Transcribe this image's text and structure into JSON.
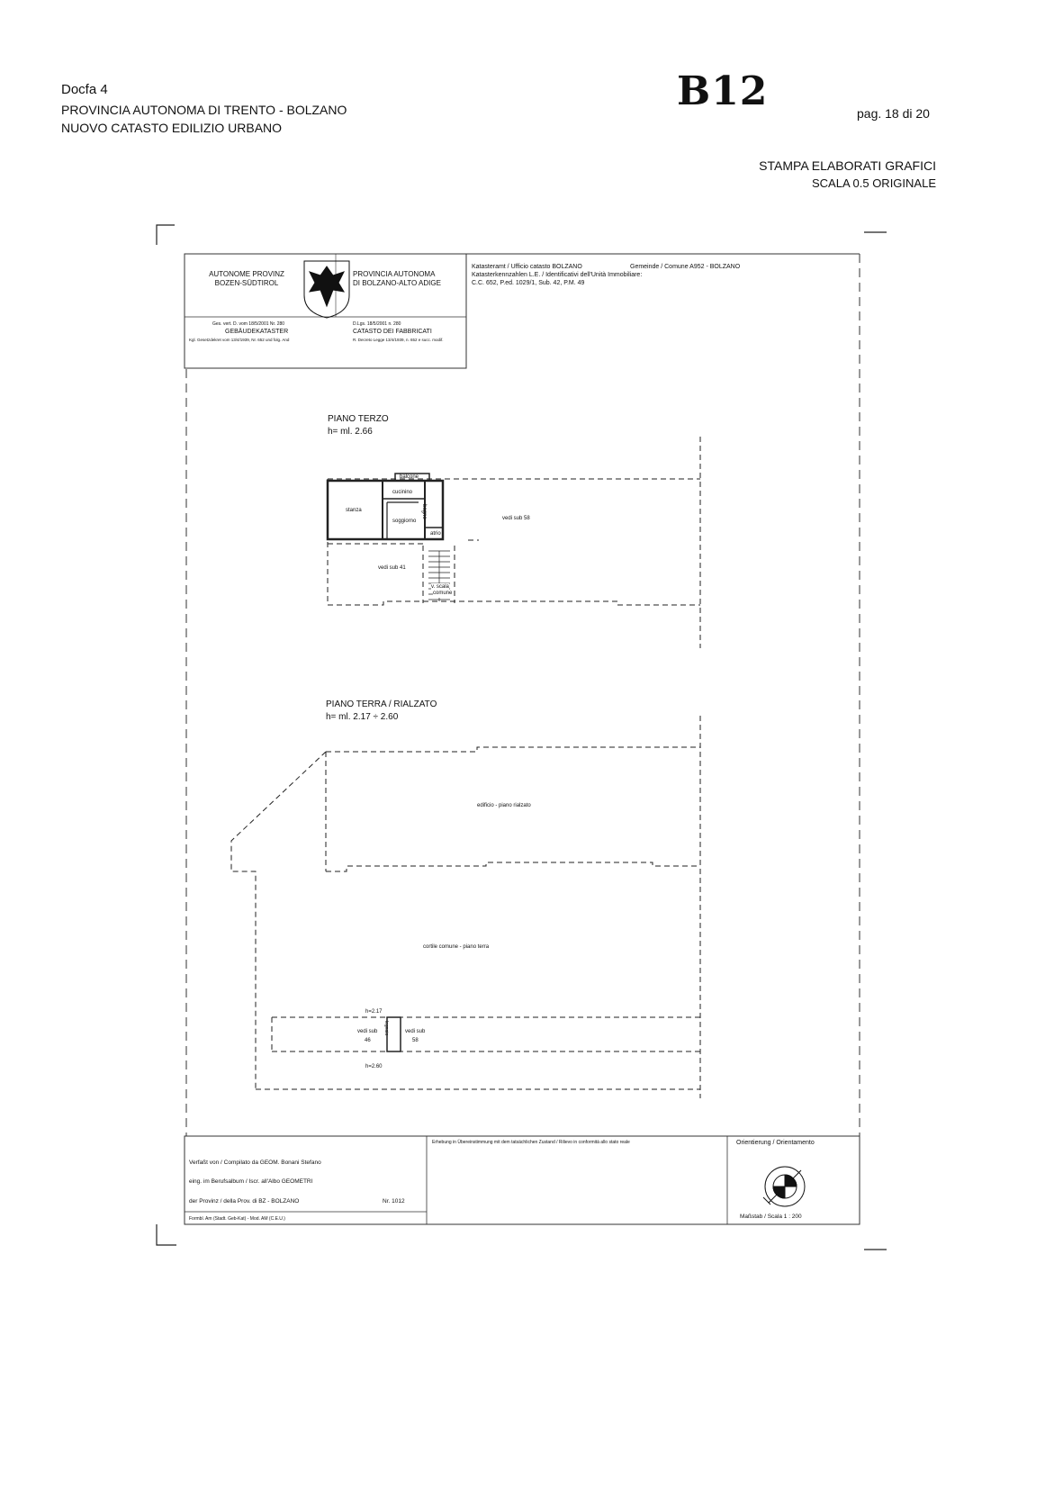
{
  "header": {
    "software": "Docfa 4",
    "province": "PROVINCIA AUTONOMA DI TRENTO - BOLZANO",
    "catasto": "NUOVO CATASTO EDILIZIO URBANO",
    "handwritten_code": "B12",
    "page": "pag. 18 di 20",
    "print_title": "STAMPA ELABORATI GRAFICI",
    "scale_note": "SCALA 0.5 ORIGINALE"
  },
  "titleblock": {
    "left_de": [
      "AUTONOME PROVINZ",
      "BOZEN-SÜDTIROL"
    ],
    "left_it": [
      "PROVINCIA AUTONOMA",
      "DI BOLZANO-ALTO ADIGE"
    ],
    "law_de": "Ges. vert. D. vom 18/5/2001 Nr. 280",
    "dept_de": "GEBÄUDEKATASTER",
    "law_de2": "Kgl. Gesetzdekret vom 13/4/1939, Nr. 652 und folg. And",
    "law_it": "D.Lgs. 18/5/2001 n. 280",
    "dept_it": "CATASTO DEI FABBRICATI",
    "law_it2": "R. Decreto Legge 13/4/1939, n. 652 e succ. modif.",
    "office_line": "Katasteramt / Ufficio catasto  BOLZANO",
    "comune_line": "Gemeinde / Comune  A952 - BOLZANO",
    "ident_line": "Katasterkennzahlen L.E. / Identificativi dell'Unità Immobiliare:",
    "ident_values": "C.C. 652, P.ed. 1029/1, Sub. 42, P.M. 49"
  },
  "plan_upper": {
    "title": "PIANO TERZO",
    "height": "h= ml. 2.66",
    "rooms": {
      "balcone": "balcone",
      "cucinino": "cucinino",
      "stanza": "stanza",
      "soggiorno": "soggiorno",
      "bagno": "bagno",
      "atrio": "atrio",
      "vedi_sub_58": "vedi sub 58",
      "vedi_sub_41": "vedi sub 41",
      "scala_line1": "v. scala",
      "scala_line2": "comune"
    }
  },
  "plan_lower": {
    "title": "PIANO TERRA / RIALZATO",
    "height": "h= ml. 2.17 ÷ 2.60",
    "labels": {
      "edificio": "edificio - piano rialzato",
      "cortile": "cortile comune - piano terra",
      "h_top": "h=2.17",
      "h_bottom": "h=2.60",
      "vedi_sub_left": "vedi sub",
      "sub_46": "46",
      "legnaia": "legnaia",
      "vedi_sub_right": "vedi sub",
      "sub_58": "58"
    }
  },
  "footer": {
    "compiled": "Verfaßt von / Compilato da    GEOM. Bonani Stefano",
    "albo": "eing. im Berufsalbum / Iscr. all'Albo    GEOMETRI",
    "prov": "der Provinz / della Prov. di    BZ - BOLZANO",
    "nr": "Nr.  1012",
    "model": "Formbl. Am (Stadt. Geb-Kat) - Mod. AM (C.E.U.)",
    "survey": "Erhebung in Übereinstimmung mit dem tatsächlichen Zustand  /  Rilievo in conformità allo stato reale",
    "orient": "Orientierung / Orientamento",
    "scale": "Maßstab / Scala    1 : 200"
  }
}
